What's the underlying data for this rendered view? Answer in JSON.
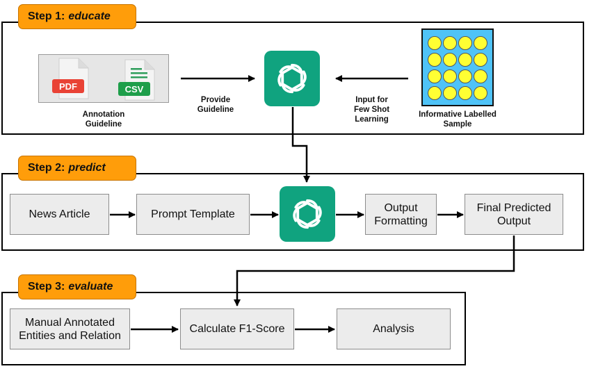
{
  "step1": {
    "title": "Step 1:",
    "title_emph": "educate",
    "pdf_label": "PDF",
    "csv_label": "CSV",
    "annotation_label": "Annotation\nGuideline",
    "provide_label": "Provide\nGuideline",
    "fewshot_label": "Input for\nFew Shot\nLearning",
    "sample_label": "Informative Labelled\nSample"
  },
  "step2": {
    "title": "Step 2:",
    "title_emph": "predict",
    "news": "News Article",
    "prompt": "Prompt Template",
    "formatting": "Output\nFormatting",
    "final": "Final Predicted\nOutput"
  },
  "step3": {
    "title": "Step 3:",
    "title_emph": "evaluate",
    "manual": "Manual Annotated\nEntities and Relation",
    "f1": "Calculate F1-Score",
    "analysis": "Analysis"
  },
  "colors": {
    "tab": "#ff9d0a",
    "gpt": "#10a37f",
    "grid_bg": "#4fc3f7",
    "dot": "#ffff33",
    "pdf": "#e94235",
    "csv": "#1e9e4a"
  },
  "icons": [
    "openai-logo-icon",
    "pdf-file-icon",
    "csv-file-icon",
    "dot-grid-icon"
  ]
}
